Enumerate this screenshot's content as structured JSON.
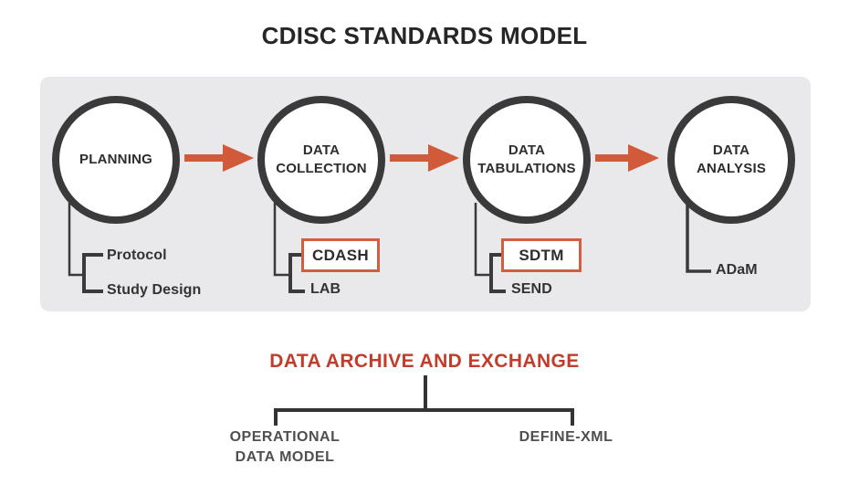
{
  "title": "CDISC STANDARDS MODEL",
  "pipeline": {
    "stages": [
      {
        "label": "PLANNING",
        "deliverables": [
          {
            "label": "Protocol",
            "boxed": false
          },
          {
            "label": "Study Design",
            "boxed": false
          }
        ]
      },
      {
        "label": "DATA COLLECTION",
        "deliverables": [
          {
            "label": "CDASH",
            "boxed": true
          },
          {
            "label": "LAB",
            "boxed": false
          }
        ]
      },
      {
        "label": "DATA TABULATIONS",
        "deliverables": [
          {
            "label": "SDTM",
            "boxed": true
          },
          {
            "label": "SEND",
            "boxed": false
          }
        ]
      },
      {
        "label": "DATA ANALYSIS",
        "deliverables": [
          {
            "label": "ADaM",
            "boxed": false
          }
        ]
      }
    ]
  },
  "archive": {
    "title": "DATA ARCHIVE AND EXCHANGE",
    "items": [
      {
        "label": "OPERATIONAL DATA MODEL"
      },
      {
        "label": "DEFINE-XML"
      }
    ]
  },
  "colors": {
    "accent_orange": "#d05a39",
    "box_border_orange": "#cf5f41",
    "heading_red": "#c23c2b",
    "line_dark": "#3a3a3a",
    "panel_gray": "#e9e9eb",
    "text_dark": "#2d2d2d",
    "text_gray": "#4f4f4f"
  }
}
